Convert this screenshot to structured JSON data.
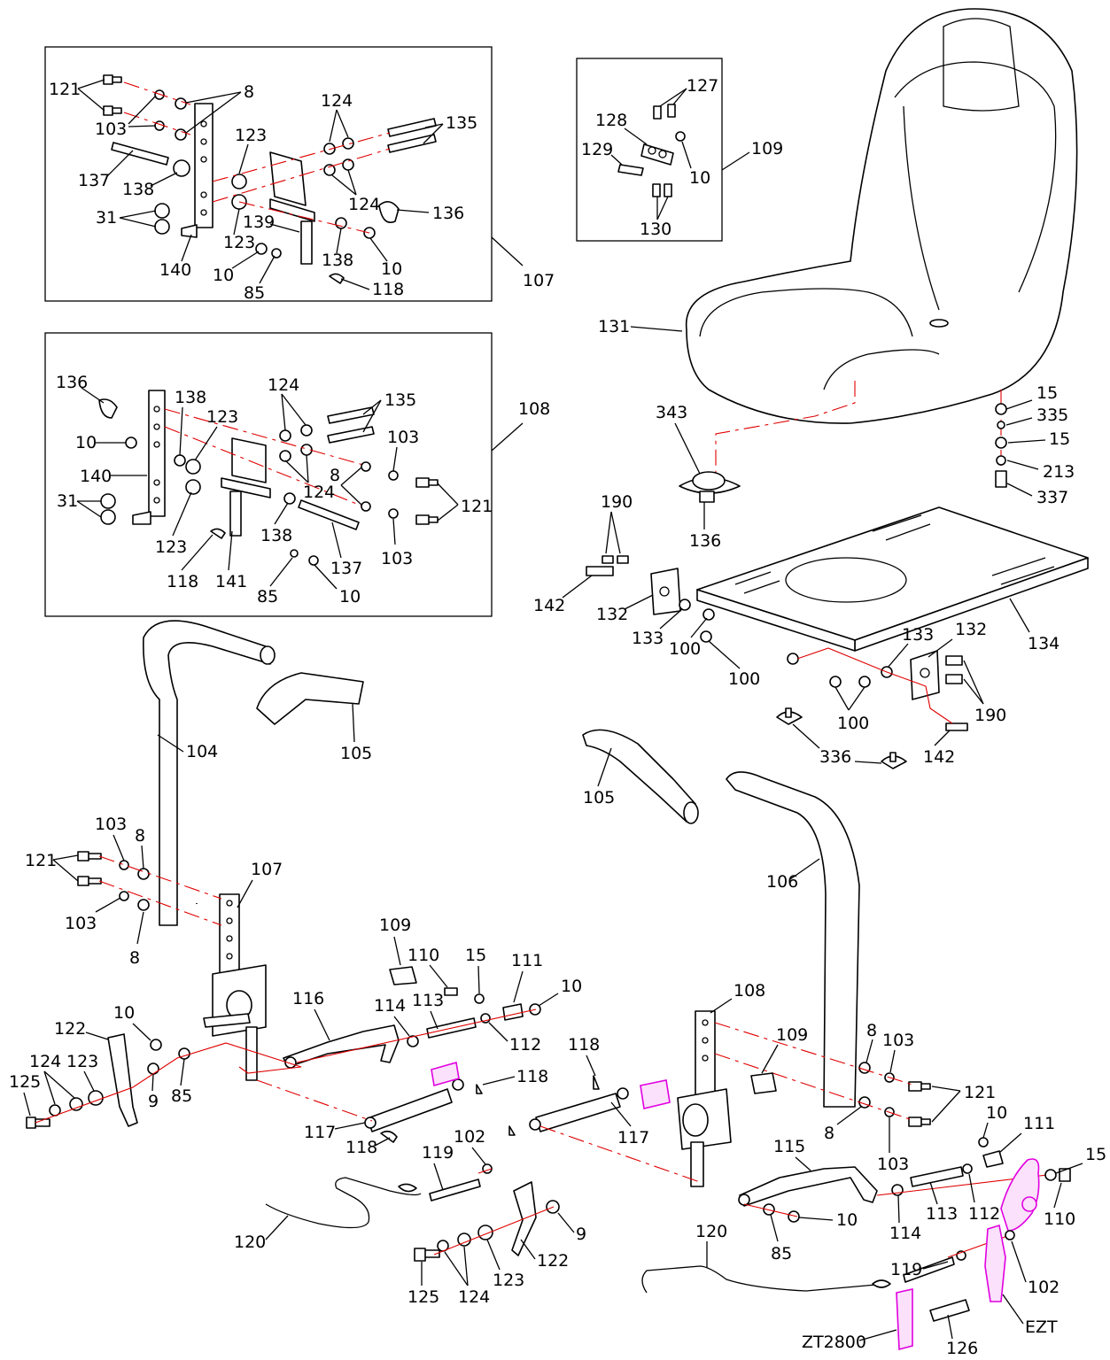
{
  "diagram": {
    "inset_box_1": {
      "label": "107",
      "callouts": [
        "121",
        "103",
        "8",
        "123",
        "124",
        "135",
        "137",
        "138",
        "31",
        "140",
        "139",
        "136",
        "10",
        "85",
        "138",
        "10",
        "118",
        "123",
        "124"
      ]
    },
    "inset_box_2": {
      "label": "108",
      "callouts": [
        "136",
        "138",
        "123",
        "124",
        "135",
        "10",
        "140",
        "31",
        "123",
        "118",
        "141",
        "138",
        "85",
        "10",
        "137",
        "103",
        "103",
        "121",
        "8",
        "124"
      ]
    },
    "inset_box_3": {
      "label": "109",
      "callouts": [
        "127",
        "128",
        "129",
        "10",
        "130"
      ]
    },
    "seat_group": {
      "callouts": [
        "131",
        "343",
        "136",
        "15",
        "335",
        "15",
        "213",
        "337",
        "190",
        "142",
        "132",
        "133",
        "100",
        "100",
        "133",
        "132",
        "134",
        "100",
        "190",
        "336",
        "142"
      ]
    },
    "control_left": {
      "callouts": [
        "104",
        "105",
        "121",
        "103",
        "8",
        "107",
        "103",
        "8",
        "109",
        "110",
        "15",
        "111",
        "10",
        "116",
        "114",
        "113",
        "112",
        "10",
        "122",
        "124",
        "123",
        "125",
        "9",
        "85",
        "117",
        "118",
        "118",
        "119",
        "102",
        "120",
        "124",
        "123",
        "122",
        "125",
        "9"
      ]
    },
    "control_right": {
      "callouts": [
        "105",
        "106",
        "108",
        "109",
        "118",
        "117",
        "8",
        "103",
        "121",
        "10",
        "111",
        "8",
        "103",
        "115",
        "15",
        "113",
        "112",
        "114",
        "10",
        "110",
        "85",
        "120",
        "119",
        "102",
        "ZT2800",
        "126",
        "EZT"
      ]
    }
  }
}
